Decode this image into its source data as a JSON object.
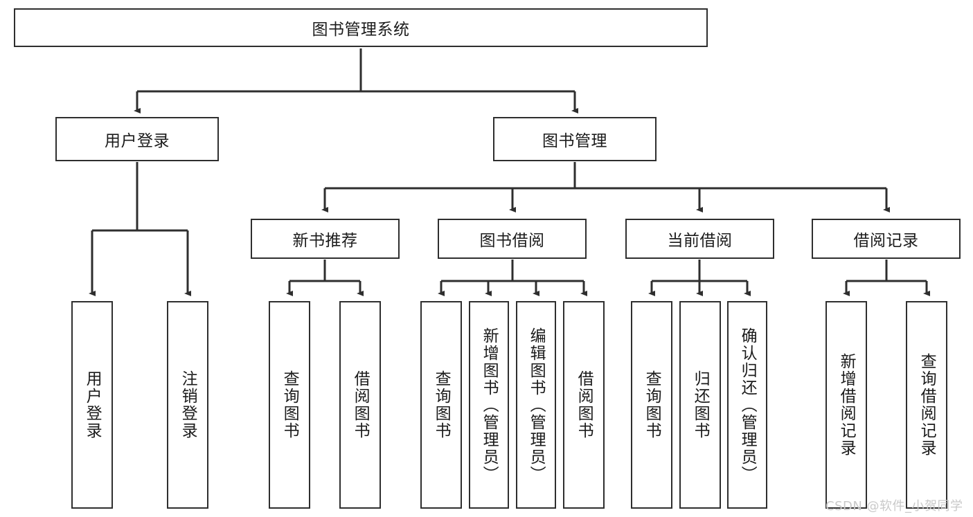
{
  "diagram": {
    "title": "图书管理系统",
    "type": "hierarchy-tree",
    "colors": {
      "box_border": "#2e2e2e",
      "box_fill": "#ffffff",
      "connector": "#2e2e2e",
      "text": "#1b1b1b",
      "watermark": "#c9c9c9",
      "background": "#ffffff"
    },
    "levels": {
      "root": {
        "label": "图书管理系统"
      },
      "level2": [
        {
          "label": "用户登录"
        },
        {
          "label": "图书管理"
        }
      ],
      "level3": [
        {
          "label": "新书推荐"
        },
        {
          "label": "图书借阅"
        },
        {
          "label": "当前借阅"
        },
        {
          "label": "借阅记录"
        }
      ],
      "leaves": {
        "user_login": [
          {
            "label": "用户登录"
          },
          {
            "label": "注销登录"
          }
        ],
        "new_book_recommend": [
          {
            "label": "查询图书"
          },
          {
            "label": "借阅图书"
          }
        ],
        "book_borrow": [
          {
            "label": "查询图书"
          },
          {
            "label": "新增图书（管理员）"
          },
          {
            "label": "编辑图书（管理员）"
          },
          {
            "label": "借阅图书"
          }
        ],
        "current_borrow": [
          {
            "label": "查询图书"
          },
          {
            "label": "归还图书"
          },
          {
            "label": "确认归还（管理员）"
          }
        ],
        "borrow_record": [
          {
            "label": "新增借阅记录"
          },
          {
            "label": "查询借阅记录"
          }
        ]
      }
    }
  },
  "watermark": {
    "text": "CSDN @软件_小贺同学"
  }
}
